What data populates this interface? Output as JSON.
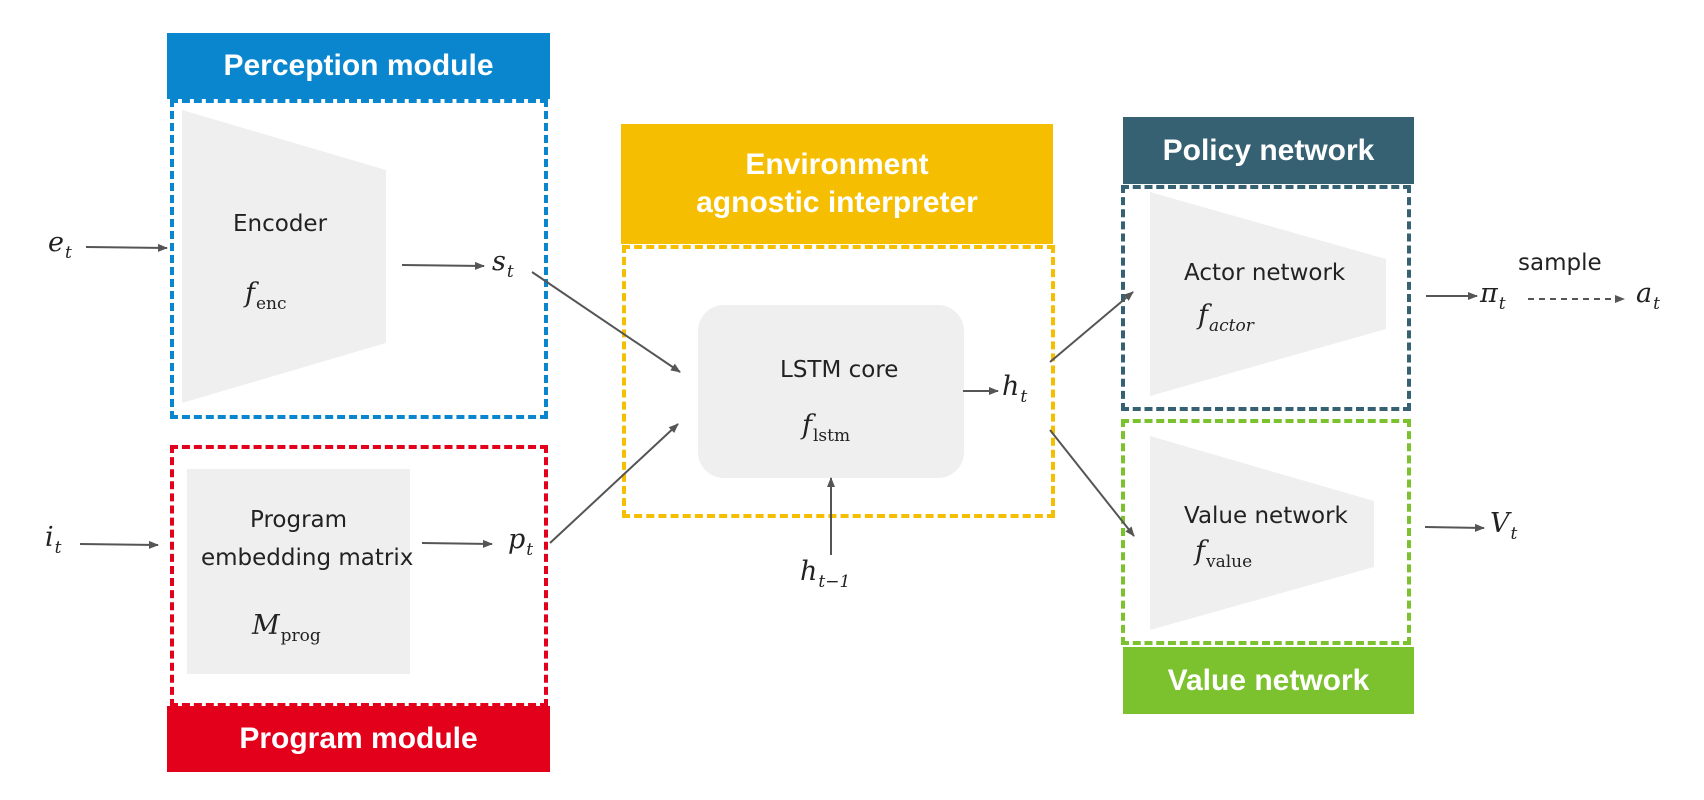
{
  "colors": {
    "perception": "#0a86cf",
    "program": "#e2001a",
    "interpreter": "#f5be00",
    "policy": "#366172",
    "value": "#7cc12e",
    "grey": "#efefef",
    "arrow": "#555555"
  },
  "modules": {
    "perception_title": "Perception module",
    "program_title": "Program module",
    "interpreter_title_line1": "Environment",
    "interpreter_title_line2": "agnostic interpreter",
    "policy_title": "Policy network",
    "value_title": "Value network"
  },
  "blocks": {
    "encoder_label": "Encoder",
    "encoder_fn": {
      "base": "f",
      "sub": "enc"
    },
    "program_label_line1": "Program",
    "program_label_line2": "embedding matrix",
    "program_fn": {
      "base": "M",
      "sub": "prog"
    },
    "lstm_label": "LSTM core",
    "lstm_fn": {
      "base": "f",
      "sub": "lstm"
    },
    "actor_label": "Actor network",
    "actor_fn": {
      "base": "f",
      "sub": "actor"
    },
    "value_label": "Value network",
    "value_fn": {
      "base": "f",
      "sub": "value"
    }
  },
  "variables": {
    "e": {
      "base": "e",
      "sub": "t"
    },
    "s": {
      "base": "s",
      "sub": "t"
    },
    "i": {
      "base": "i",
      "sub": "t"
    },
    "p": {
      "base": "p",
      "sub": "t"
    },
    "h": {
      "base": "h",
      "sub": "t"
    },
    "h_prev": {
      "base": "h",
      "sub": "t−1"
    },
    "pi": {
      "base": "π",
      "sub": "t"
    },
    "a": {
      "base": "a",
      "sub": "t"
    },
    "v": {
      "base": "V",
      "sub": "t"
    }
  },
  "sample_label": "sample"
}
